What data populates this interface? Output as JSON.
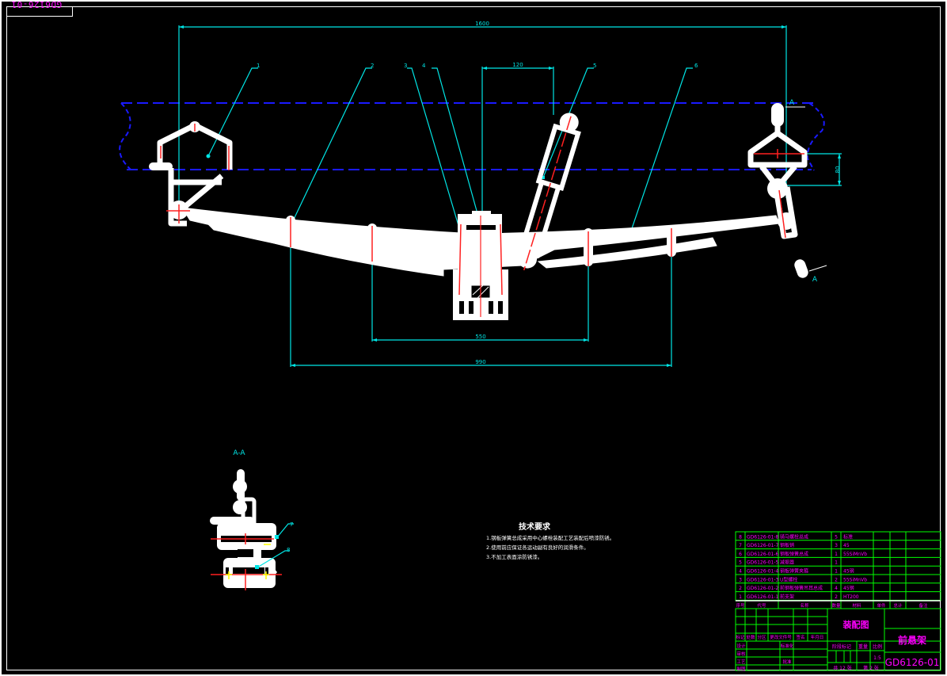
{
  "drawing": {
    "drawing_number": "GD6126-01",
    "drawing_number_rotated": "GD6126-01",
    "view_label": "A-A",
    "section_mark": "A"
  },
  "dimensions": {
    "overall_length": "1600",
    "shock_offset": "120",
    "inner_span": "550",
    "outer_span": "990",
    "hanger_height": "80"
  },
  "leaders": {
    "main_view": [
      "1",
      "2",
      "3",
      "4",
      "5",
      "6"
    ],
    "section_view": [
      "7",
      "8"
    ]
  },
  "technical_requirements": {
    "title": "技术要求",
    "items": [
      "1.钢板弹簧总成采用中心螺栓装配工艺装配后喷漆防锈。",
      "2.使用前应保证各运动副有良好的润滑条件。",
      "3.不加工表面涂防锈漆。"
    ]
  },
  "bom": {
    "rows": [
      {
        "no": "8",
        "code": "GD6126-01-8",
        "name": "骑马螺栓总成",
        "qty": "5",
        "material": "标准"
      },
      {
        "no": "7",
        "code": "GD6126-01-7",
        "name": "钢板销",
        "qty": "3",
        "material": "45"
      },
      {
        "no": "6",
        "code": "GD6126-01-6",
        "name": "钢板弹簧总成",
        "qty": "1",
        "material": "55SiMnVb"
      },
      {
        "no": "5",
        "code": "GD6126-01-5",
        "name": "减振器",
        "qty": "1",
        "material": ""
      },
      {
        "no": "4",
        "code": "GD6126-01-4",
        "name": "钢板弹簧夹箍",
        "qty": "1",
        "material": "45钢"
      },
      {
        "no": "3",
        "code": "GD6126-01-3",
        "name": "U型螺栓",
        "qty": "2",
        "material": "55SiMnVb"
      },
      {
        "no": "2",
        "code": "GD6126-01-2",
        "name": "前钢板弹簧吊耳总成",
        "qty": "4",
        "material": "45钢"
      },
      {
        "no": "1",
        "code": "GD6126-01-1",
        "name": "前支架",
        "qty": "2",
        "material": "HT200"
      }
    ],
    "header": [
      "序号",
      "代号",
      "名称",
      "数量",
      "材料",
      "单件",
      "总计",
      "备注"
    ],
    "weight_header": "重量"
  },
  "title_block": {
    "drawing_type": "装配图",
    "part_name": "前悬架",
    "drawing_number": "GD6126-01",
    "revision_labels": [
      "标记",
      "处数",
      "分区",
      "更改文件号",
      "签名",
      "年月日"
    ],
    "role_labels": [
      "设计",
      "审核",
      "工艺",
      "标准化",
      "批准",
      "制图"
    ],
    "stage_label": "阶段标记",
    "weight_label": "重量",
    "scale_label": "比例",
    "scale_value": "1:5",
    "sheets_total": "共 12 张",
    "sheet_no": "第 2 张"
  }
}
